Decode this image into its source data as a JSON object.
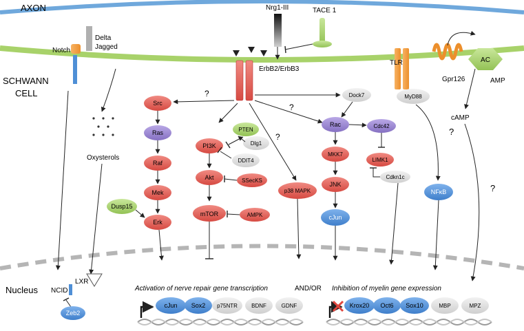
{
  "regions": {
    "axon": "AXON",
    "schwann_cell": "SCHWANN CELL",
    "schwann_line1": "SCHWANN",
    "schwann_line2": "CELL",
    "nucleus": "Nucleus"
  },
  "receptors": {
    "notch": "Notch",
    "delta_jagged_1": "Delta",
    "delta_jagged_2": "Jagged",
    "nrg1": "Nrg1-III",
    "tace1": "TACE 1",
    "erbb": "ErbB2/ErbB3",
    "tlr": "TLR",
    "myd88": "MyD88",
    "gpr126": "Gpr126",
    "ac": "AC",
    "amp": "AMP",
    "camp": "cAMP",
    "dock7": "Dock7"
  },
  "nodes": {
    "src": "Src",
    "ras": "Ras",
    "raf": "Raf",
    "mek": "Mek",
    "erk": "Erk",
    "dusp15": "Dusp15",
    "pten": "PTEN",
    "pi3k": "PI3K",
    "dlg1": "Dlg1",
    "ddit4": "DDIT4",
    "akt": "Akt",
    "ssecks": "SSecKS",
    "mtor": "mTOR",
    "ampk": "AMPK",
    "p38": "p38 MAPK",
    "rac": "Rac",
    "cdc42": "Cdc42",
    "mkk7": "MKK7",
    "limk1": "LIMK1",
    "cdkn1c": "Cdkn1c",
    "jnk": "JNK",
    "cjun": "cJun",
    "nfkb": "NFκB",
    "oxysterols": "Oxysterols",
    "lxr": "LXR",
    "ncid": "NCID",
    "zeb2": "Zeb2"
  },
  "question_mark": "?",
  "captions": {
    "activation": "Activation of nerve repair gene transcription",
    "andor": "AND/OR",
    "inhibition": "Inhibition of myelin gene expression"
  },
  "genes_left": [
    "cJun",
    "Sox2",
    "p75NTR",
    "BDNF",
    "GDNF"
  ],
  "genes_right": [
    "Krox20",
    "Oct6",
    "Sox10",
    "MBP",
    "MPZ"
  ],
  "colors": {
    "axon_membrane": "#6fa8dc",
    "schwann_membrane": "#a8d26a",
    "red_node": "#e0605a",
    "purple_node": "#9b87cf",
    "green_node": "#a8d26a",
    "grey_node": "#dadada",
    "blue_node": "#4f8fd6",
    "orange_receptor": "#f5a247"
  }
}
